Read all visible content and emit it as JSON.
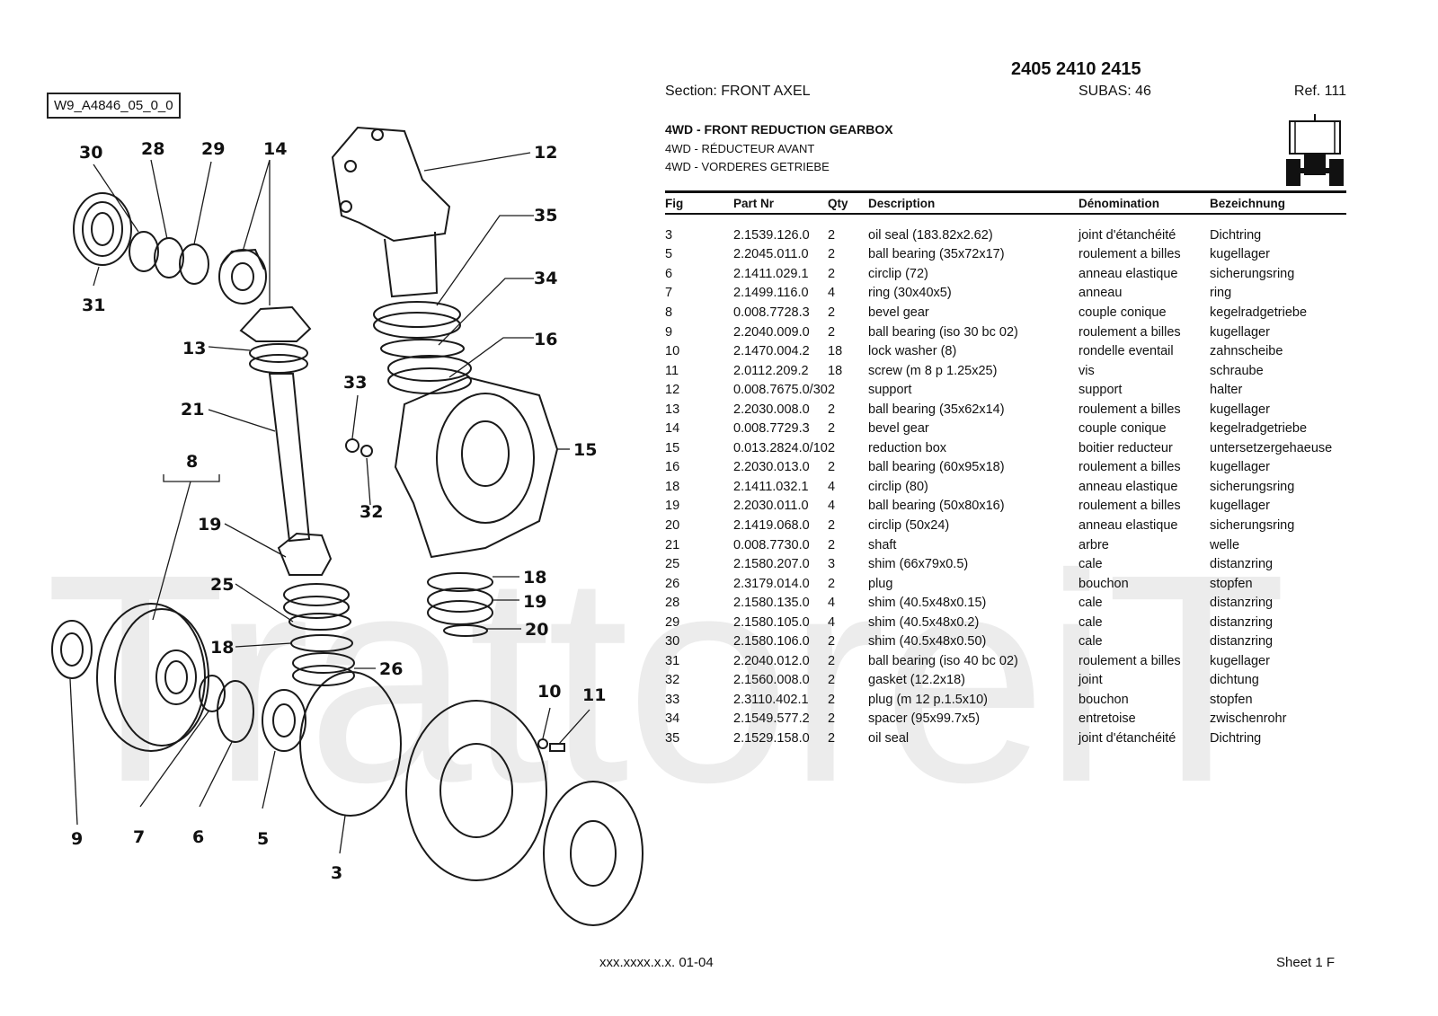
{
  "drawing_id": "W9_A4846_05_0_0",
  "header": {
    "models": "2405 2410 2415",
    "section": "Section: FRONT AXEL",
    "subas": "SUBAS: 46",
    "ref": "Ref. 111"
  },
  "titles": {
    "en": "4WD - FRONT REDUCTION GEARBOX",
    "fr": "4WD - RÉDUCTEUR AVANT",
    "de": "4WD - VORDERES GETRIEBE"
  },
  "table": {
    "headers": [
      "Fig",
      "Part Nr",
      "Qty",
      "Description",
      "Dénomination",
      "Bezeichnung"
    ],
    "rows": [
      [
        "3",
        "2.1539.126.0",
        "2",
        "oil seal (183.82x2.62)",
        "joint d'étanchéité",
        "Dichtring"
      ],
      [
        "5",
        "2.2045.011.0",
        "2",
        "ball bearing (35x72x17)",
        "roulement a billes",
        "kugellager"
      ],
      [
        "6",
        "2.1411.029.1",
        "2",
        "circlip (72)",
        "anneau elastique",
        "sicherungsring"
      ],
      [
        "7",
        "2.1499.116.0",
        "4",
        "ring (30x40x5)",
        "anneau",
        "ring"
      ],
      [
        "8",
        "0.008.7728.3",
        "2",
        "bevel gear",
        "couple conique",
        "kegelradgetriebe"
      ],
      [
        "9",
        "2.2040.009.0",
        "2",
        "ball bearing (iso 30 bc 02)",
        "roulement a billes",
        "kugellager"
      ],
      [
        "10",
        "2.1470.004.2",
        "18",
        "lock washer (8)",
        "rondelle eventail",
        "zahnscheibe"
      ],
      [
        "11",
        "2.0112.209.2",
        "18",
        "screw (m 8 p 1.25x25)",
        "vis",
        "schraube"
      ],
      [
        "12",
        "0.008.7675.0/30",
        "2",
        "support",
        "support",
        "halter"
      ],
      [
        "13",
        "2.2030.008.0",
        "2",
        "ball bearing (35x62x14)",
        "roulement a billes",
        "kugellager"
      ],
      [
        "14",
        "0.008.7729.3",
        "2",
        "bevel gear",
        "couple conique",
        "kegelradgetriebe"
      ],
      [
        "15",
        "0.013.2824.0/10",
        "2",
        "reduction box",
        "boitier reducteur",
        "untersetzergehaeuse"
      ],
      [
        "16",
        "2.2030.013.0",
        "2",
        "ball bearing (60x95x18)",
        "roulement a billes",
        "kugellager"
      ],
      [
        "18",
        "2.1411.032.1",
        "4",
        "circlip (80)",
        "anneau elastique",
        "sicherungsring"
      ],
      [
        "19",
        "2.2030.011.0",
        "4",
        "ball bearing (50x80x16)",
        "roulement a billes",
        "kugellager"
      ],
      [
        "20",
        "2.1419.068.0",
        "2",
        "circlip (50x24)",
        "anneau elastique",
        "sicherungsring"
      ],
      [
        "21",
        "0.008.7730.0",
        "2",
        "shaft",
        "arbre",
        "welle"
      ],
      [
        "25",
        "2.1580.207.0",
        "3",
        "shim (66x79x0.5)",
        "cale",
        "distanzring"
      ],
      [
        "26",
        "2.3179.014.0",
        "2",
        "plug",
        "bouchon",
        "stopfen"
      ],
      [
        "28",
        "2.1580.135.0",
        "4",
        "shim (40.5x48x0.15)",
        "cale",
        "distanzring"
      ],
      [
        "29",
        "2.1580.105.0",
        "4",
        "shim (40.5x48x0.2)",
        "cale",
        "distanzring"
      ],
      [
        "30",
        "2.1580.106.0",
        "2",
        "shim (40.5x48x0.50)",
        "cale",
        "distanzring"
      ],
      [
        "31",
        "2.2040.012.0",
        "2",
        "ball bearing (iso 40 bc 02)",
        "roulement a billes",
        "kugellager"
      ],
      [
        "32",
        "2.1560.008.0",
        "2",
        "gasket (12.2x18)",
        "joint",
        "dichtung"
      ],
      [
        "33",
        "2.3110.402.1",
        "2",
        "plug (m 12 p.1.5x10)",
        "bouchon",
        "stopfen"
      ],
      [
        "34",
        "2.1549.577.2",
        "2",
        "spacer (95x99.7x5)",
        "entretoise",
        "zwischenrohr"
      ],
      [
        "35",
        "2.1529.158.0",
        "2",
        "oil seal",
        "joint d'étanchéité",
        "Dichtring"
      ]
    ]
  },
  "callouts": {
    "c30": "30",
    "c28": "28",
    "c29": "29",
    "c14": "14",
    "c31": "31",
    "c13": "13",
    "c21": "21",
    "c8": "8",
    "c19": "19",
    "c25": "25",
    "c18": "18",
    "c26": "26",
    "c33": "33",
    "c32": "32",
    "c12": "12",
    "c35": "35",
    "c34": "34",
    "c16": "16",
    "c15": "15",
    "c18b": "18",
    "c19b": "19",
    "c20": "20",
    "c10": "10",
    "c11": "11",
    "c9": "9",
    "c7": "7",
    "c6": "6",
    "c5": "5",
    "c3": "3"
  },
  "watermark": "TrattoreiT",
  "footer": {
    "code": "xxx.xxxx.x.x. 01-04",
    "sheet": "Sheet 1 F"
  },
  "icons": [
    "tractor-front-icon"
  ]
}
